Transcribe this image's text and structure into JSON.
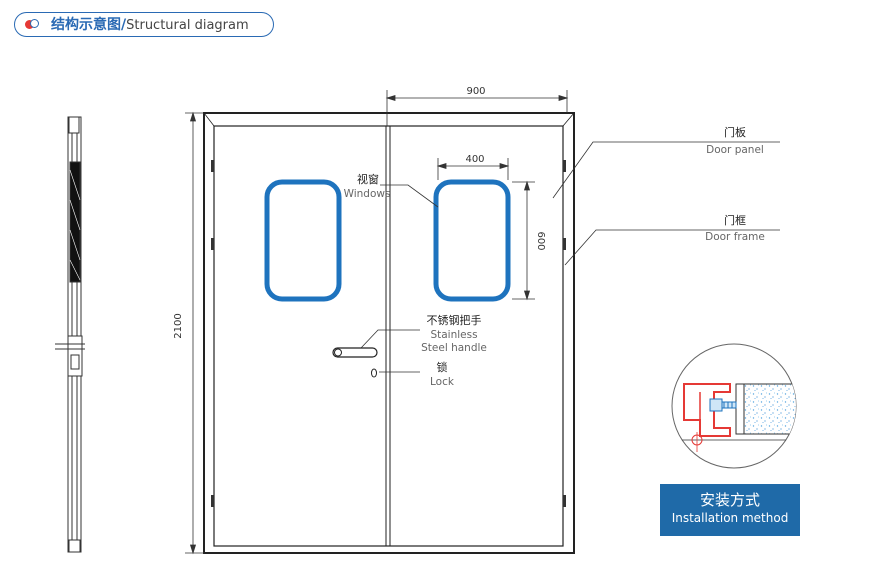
{
  "header": {
    "title_cn": "结构示意图/",
    "title_en": "Structural diagram"
  },
  "dimensions": {
    "overall_width": "900",
    "window_width": "400",
    "window_height": "600",
    "overall_height": "2100"
  },
  "labels": {
    "door_panel_cn": "门板",
    "door_panel_en": "Door panel",
    "door_frame_cn": "门框",
    "door_frame_en": "Door frame",
    "windows_cn": "视窗",
    "windows_en": "Windows",
    "handle_cn": "不锈钢把手",
    "handle_en_1": "Stainless",
    "handle_en_2": "Steel handle",
    "lock_cn": "锁",
    "lock_en": "Lock"
  },
  "install": {
    "title_cn": "安装方式",
    "title_en": "Installation method"
  },
  "colors": {
    "accent": "#2a6ab4",
    "window_border": "#1e73be",
    "install_bg": "#1f6aa8",
    "frame_red": "#e53935",
    "line": "#333333"
  }
}
